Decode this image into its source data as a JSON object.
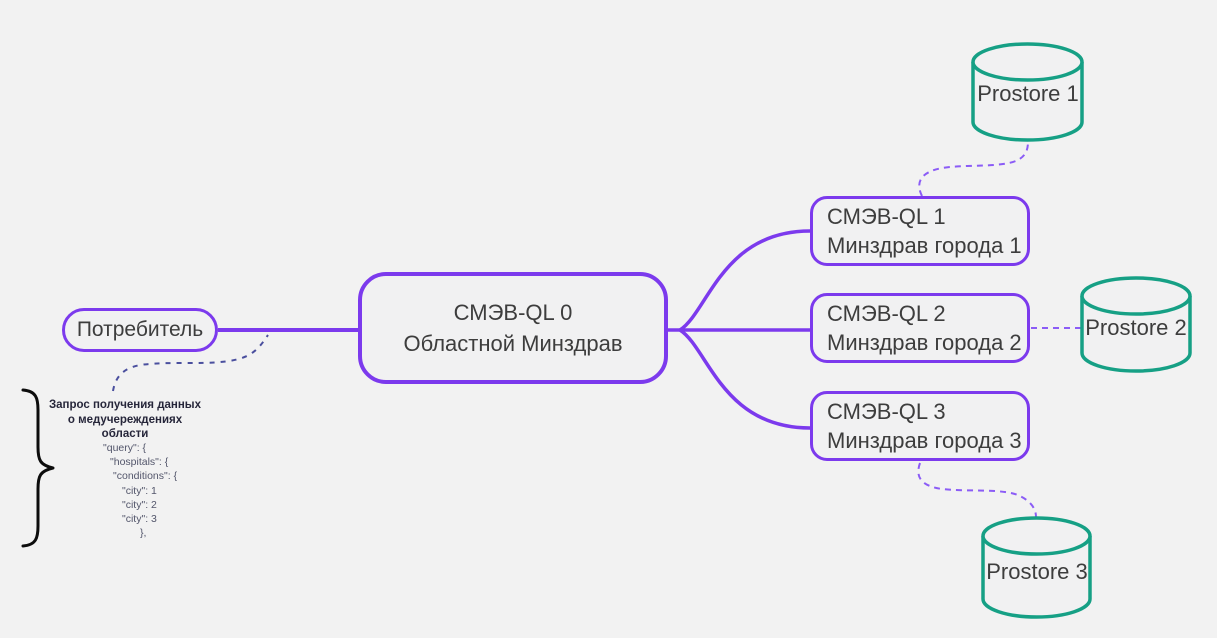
{
  "diagram": {
    "nodes": {
      "consumer": {
        "label": "Потребитель"
      },
      "center": {
        "line1": "СМЭВ-QL 0",
        "line2": "Областной Минздрав"
      },
      "city_nodes": [
        {
          "line1": "СМЭВ-QL 1",
          "line2": "Минздрав города 1"
        },
        {
          "line1": "СМЭВ-QL 2",
          "line2": "Минздрав города 2"
        },
        {
          "line1": "СМЭВ-QL 3",
          "line2": "Минздрав города 3"
        }
      ],
      "datastores": [
        {
          "label": "Prostore 1"
        },
        {
          "label": "Prostore 2"
        },
        {
          "label": "Prostore 3"
        }
      ]
    },
    "annotation": {
      "title_lines": [
        "Запрос получения данных",
        "о медучереждениях",
        "области"
      ],
      "code_lines": [
        "\"query\": {",
        "\"hospitals\": {",
        "\"conditions\": {",
        "\"city\": 1",
        "\"city\": 2",
        "\"city\": 3",
        "},"
      ]
    },
    "colors": {
      "background": "#f2f2f2",
      "node_border": "#7c3aed",
      "dashed_link": "#8b5cf6",
      "datastore_border": "#16a085",
      "annotation_link": "#4a4f9e",
      "text": "#3d3d3d"
    }
  }
}
